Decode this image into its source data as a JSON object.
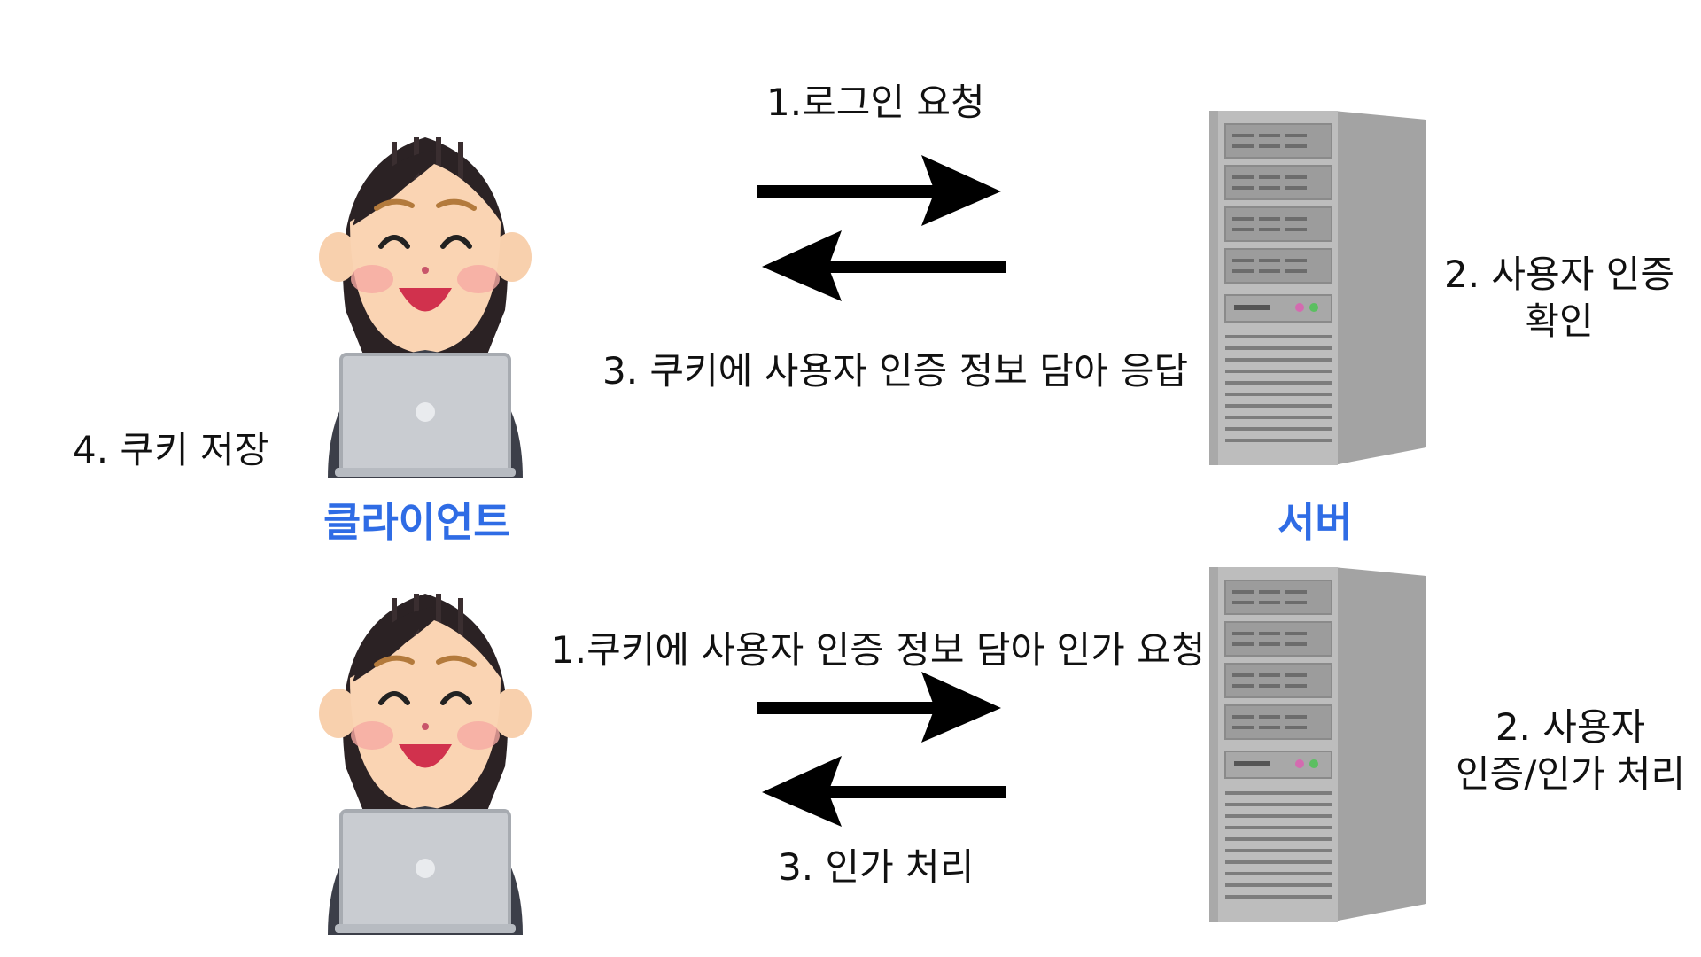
{
  "client_label": "클라이언트",
  "server_label": "서버",
  "accent_color": "#2f6ce5",
  "top": {
    "request": "1.로그인 요청",
    "server_step_line1": "2. 사용자 인증",
    "server_step_line2": "확인",
    "response": "3. 쿠키에 사용자 인증 정보 담아 응답",
    "client_step": "4. 쿠키 저장"
  },
  "bottom": {
    "request": "1.쿠키에 사용자 인증 정보 담아 인가 요청",
    "server_step_line1": "2. 사용자",
    "server_step_line2": "인증/인가 처리",
    "response": "3. 인가 처리"
  },
  "icons": [
    "user-laptop-icon",
    "server-tower-icon",
    "arrow-right-icon",
    "arrow-left-icon"
  ]
}
